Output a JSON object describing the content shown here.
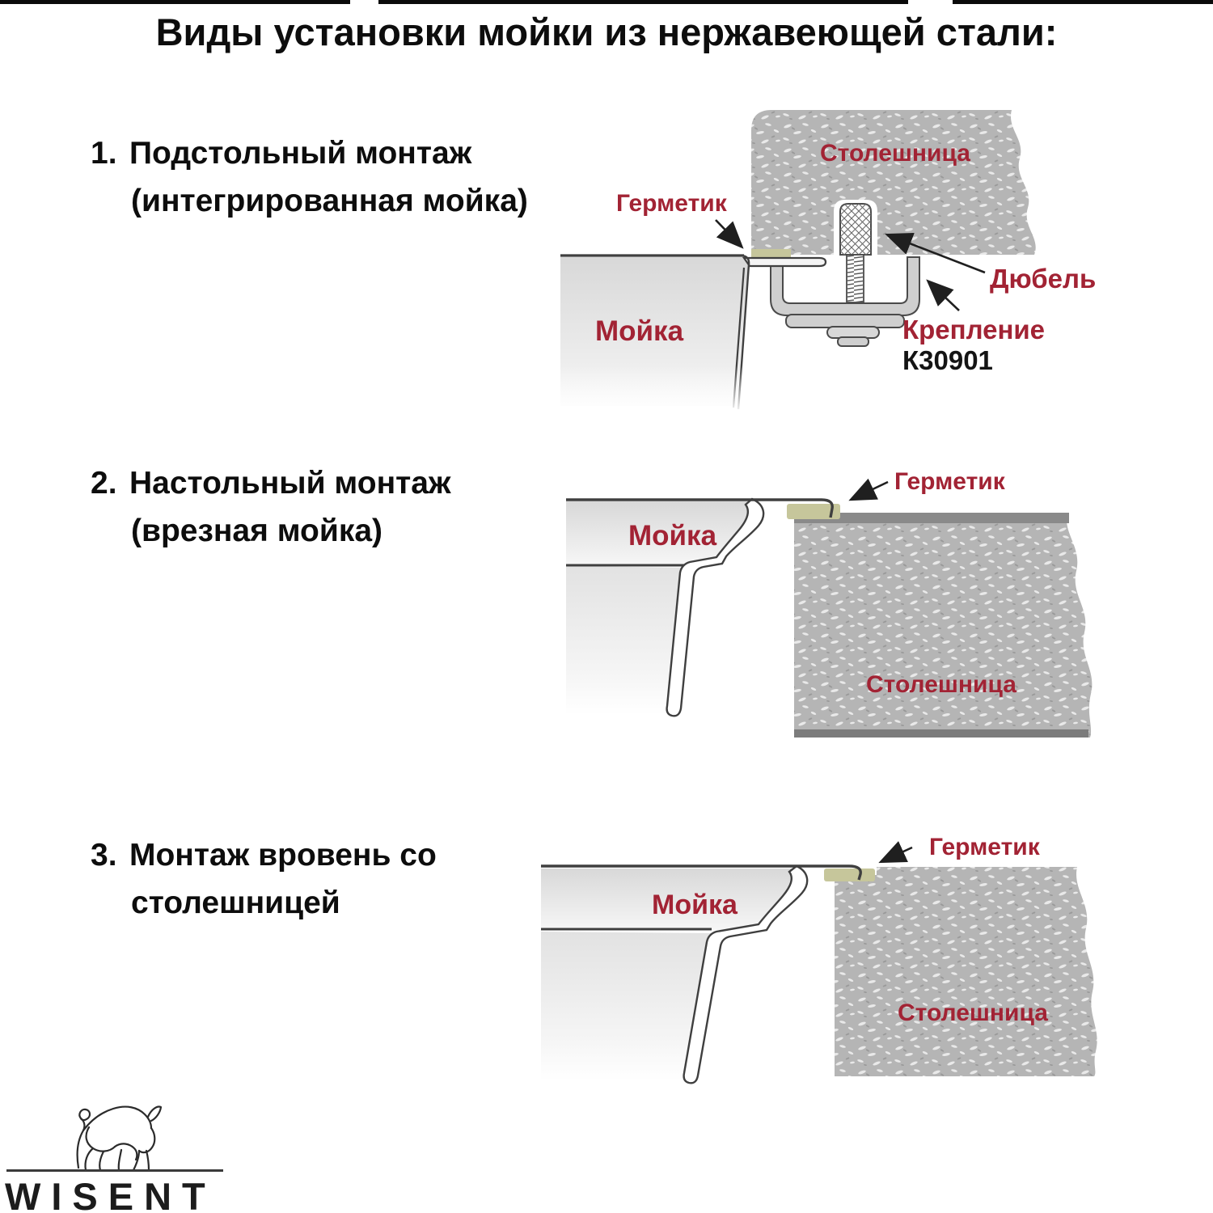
{
  "title": "Виды установки мойки из нержавеющей стали:",
  "sections": [
    {
      "num": "1.",
      "line1": "Подстольный монтаж",
      "line2": "(интегрированная мойка)"
    },
    {
      "num": "2.",
      "line1": "Настольный монтаж",
      "line2": "(врезная мойка)"
    },
    {
      "num": "3.",
      "line1": "Монтаж вровень со",
      "line2": "столешницей"
    }
  ],
  "diagrams": [
    {
      "name": "undermount",
      "labels": {
        "sealant": "Герметик",
        "countertop": "Столешница",
        "sink": "Мойка",
        "dowel": "Дюбель",
        "fastener": "Крепление",
        "fastener_code": "К30901"
      }
    },
    {
      "name": "inset",
      "labels": {
        "sealant": "Герметик",
        "countertop": "Столешница",
        "sink": "Мойка"
      }
    },
    {
      "name": "flush",
      "labels": {
        "sealant": "Герметик",
        "countertop": "Столешница",
        "sink": "Мойка"
      }
    }
  ],
  "logo": {
    "brand": "WISENT",
    "icon": "bison"
  },
  "colors": {
    "label_red": "#a22334",
    "text_black": "#0d0d0d",
    "countertop_gray": "#b5b5b5",
    "sealant_olive": "#c6c69b"
  }
}
